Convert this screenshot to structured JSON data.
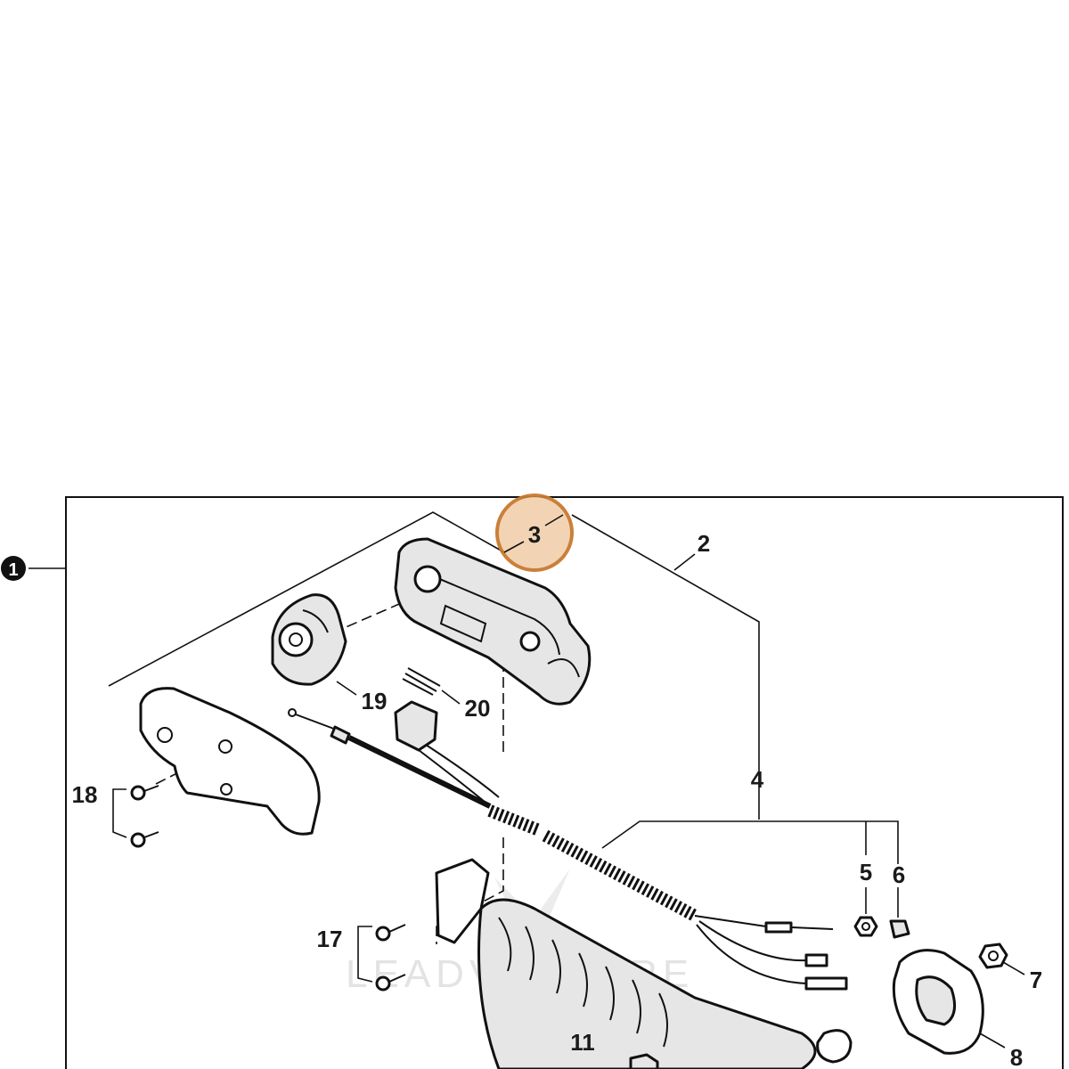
{
  "diagram": {
    "highlight_color": "#c87a30",
    "highlight_fill": "#f2d2b2",
    "assembly_marker": "1",
    "callouts": {
      "c2": "2",
      "c3": "3",
      "c4": "4",
      "c5": "5",
      "c6": "6",
      "c7": "7",
      "c8": "8",
      "c11": "11",
      "c17": "17",
      "c18": "18",
      "c19": "19",
      "c20": "20"
    },
    "watermark": "LEADVENTURE"
  }
}
